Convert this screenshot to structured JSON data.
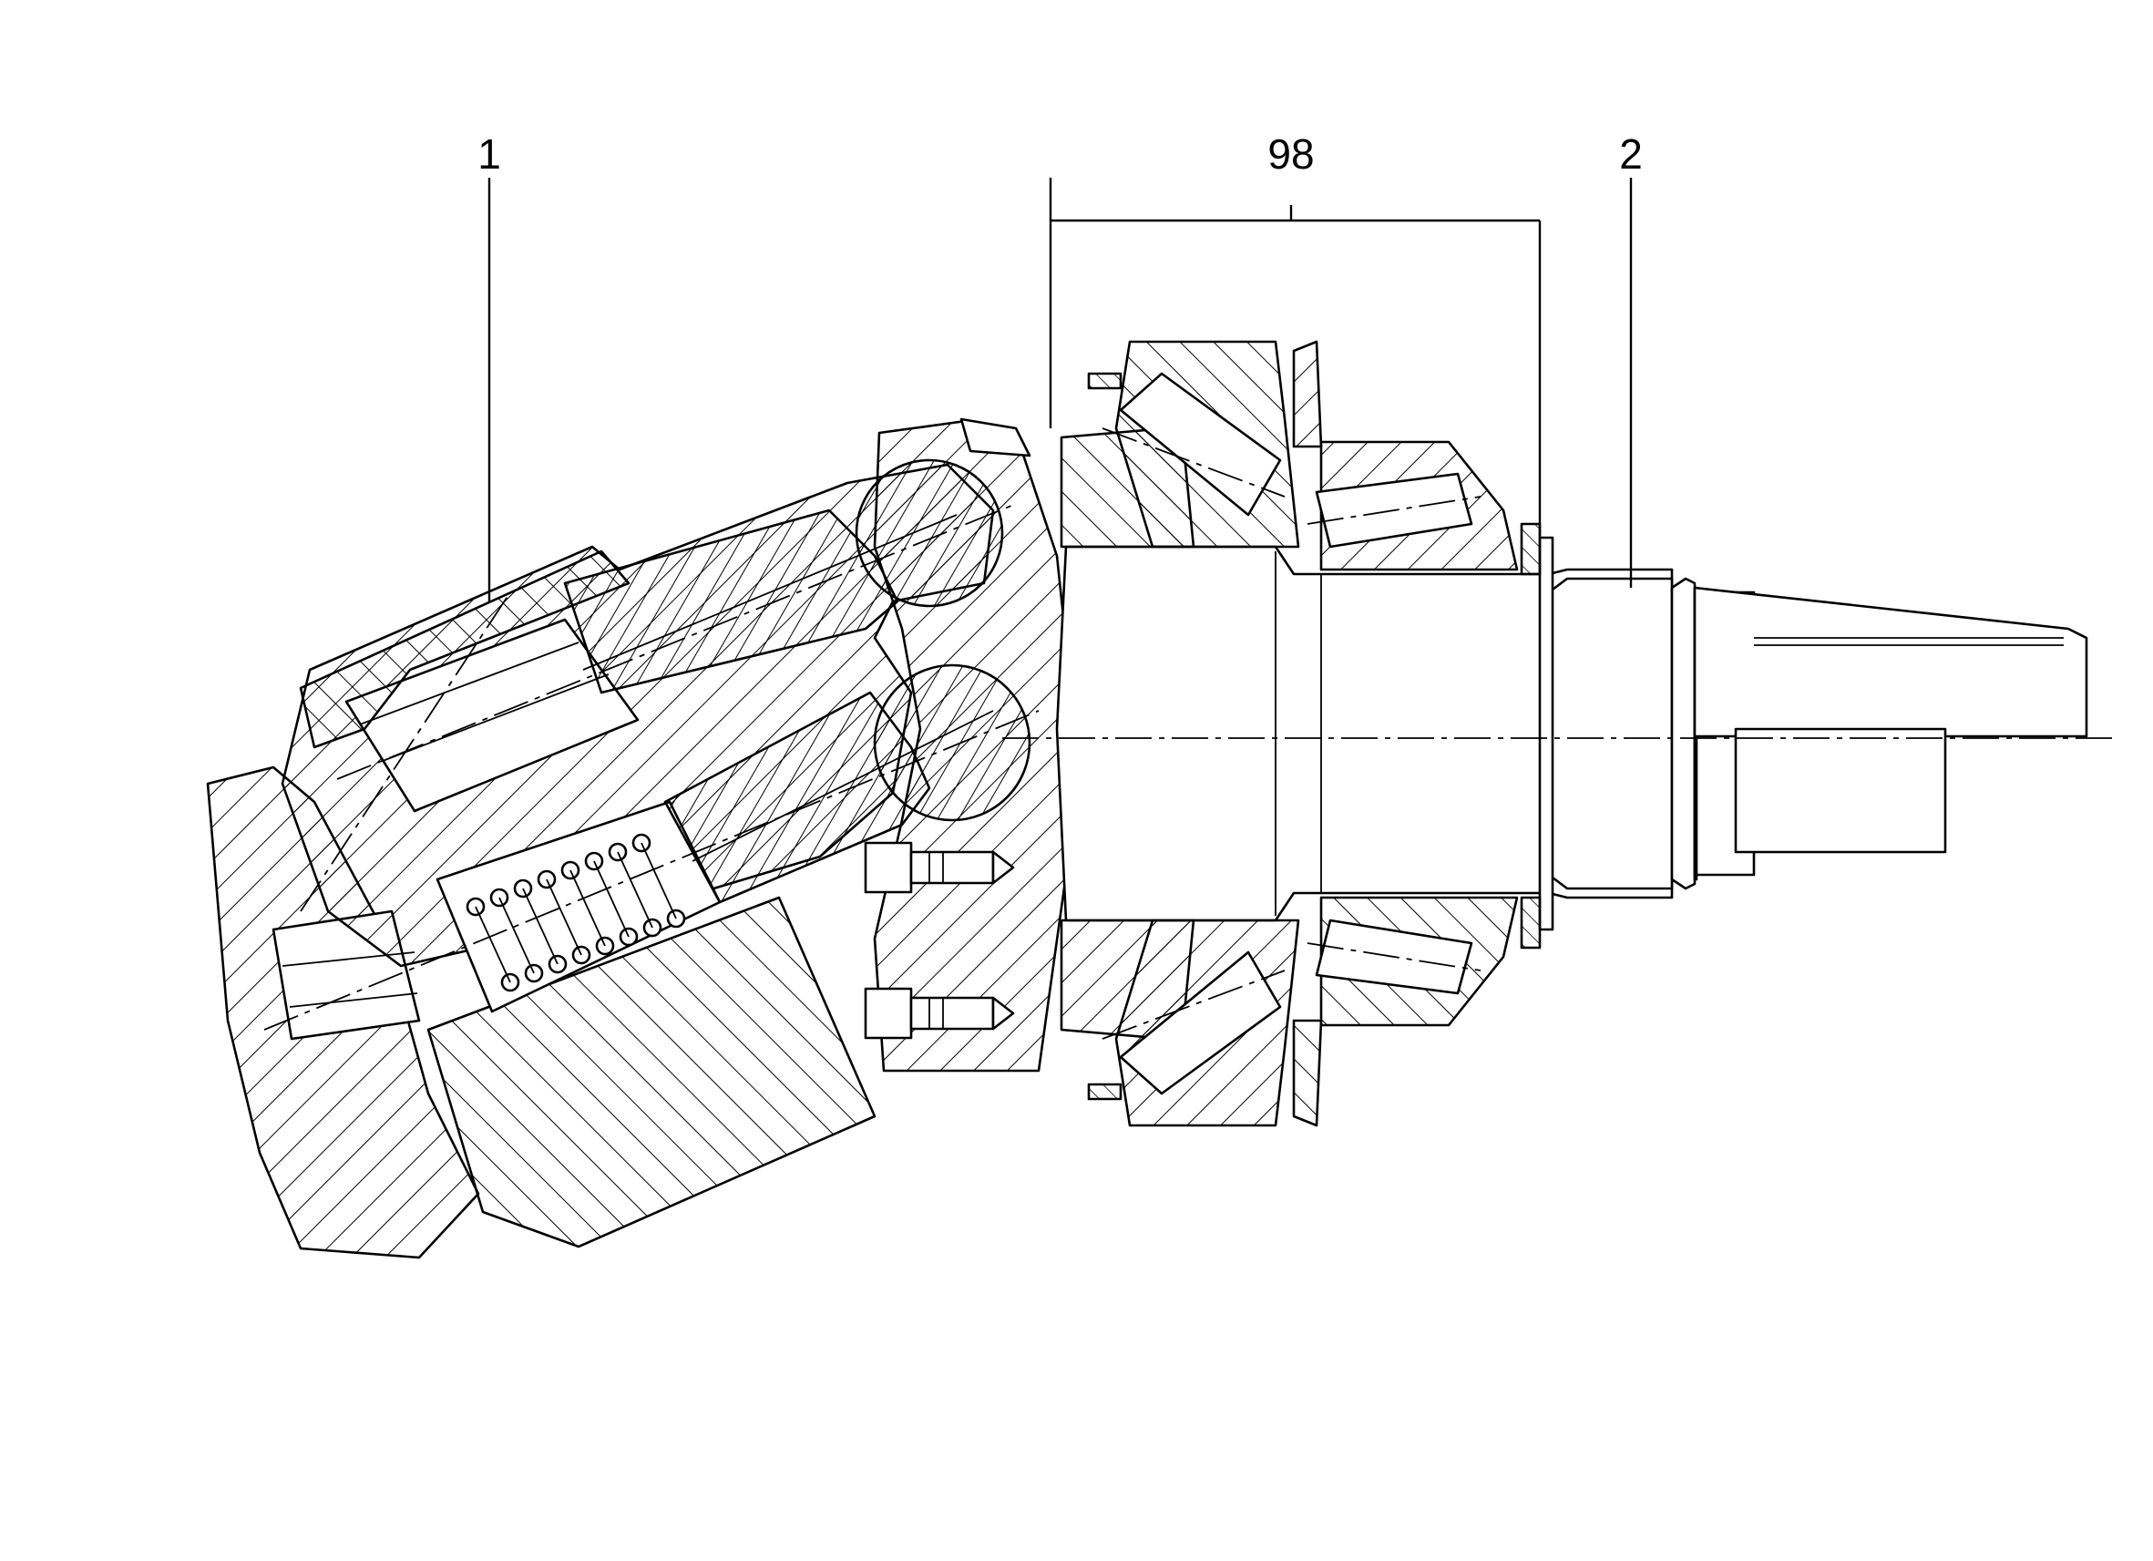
{
  "callouts": [
    {
      "id": "c1",
      "text": "1"
    },
    {
      "id": "c98",
      "text": "98"
    },
    {
      "id": "c2",
      "text": "2"
    }
  ],
  "colors": {
    "ink": "#000000",
    "background": "#ffffff"
  }
}
